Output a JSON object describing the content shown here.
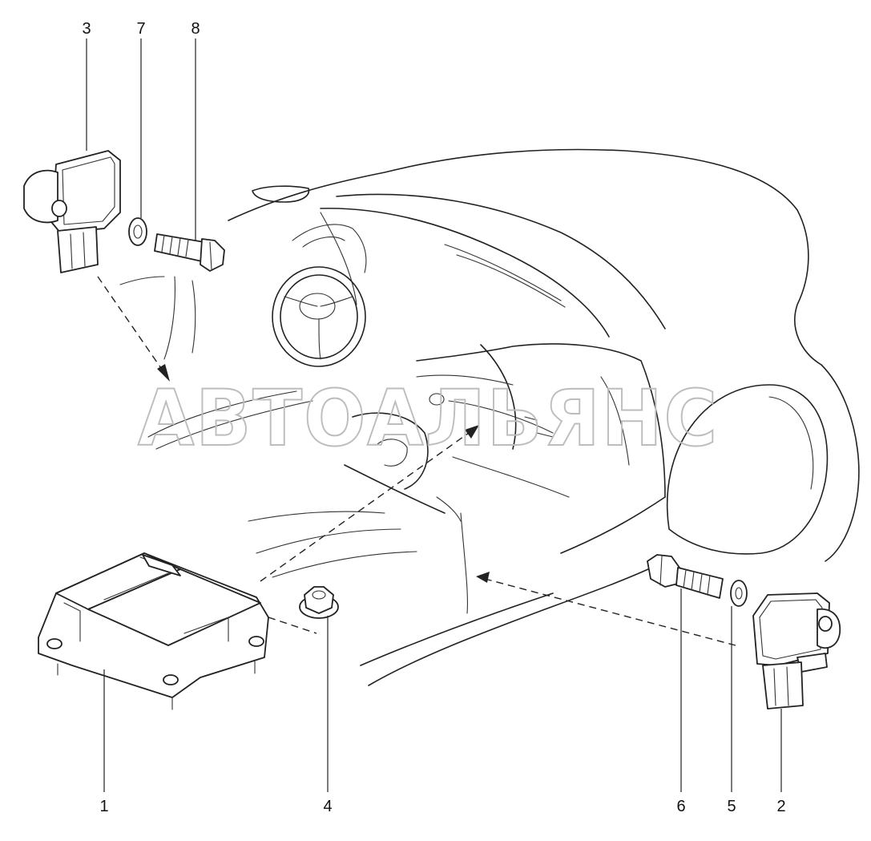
{
  "callouts": [
    {
      "id": "1",
      "label": "1"
    },
    {
      "id": "2",
      "label": "2"
    },
    {
      "id": "3",
      "label": "3"
    },
    {
      "id": "4",
      "label": "4"
    },
    {
      "id": "5",
      "label": "5"
    },
    {
      "id": "6",
      "label": "6"
    },
    {
      "id": "7",
      "label": "7"
    },
    {
      "id": "8",
      "label": "8"
    }
  ],
  "watermark": "АВТОАЛЬЯНС"
}
